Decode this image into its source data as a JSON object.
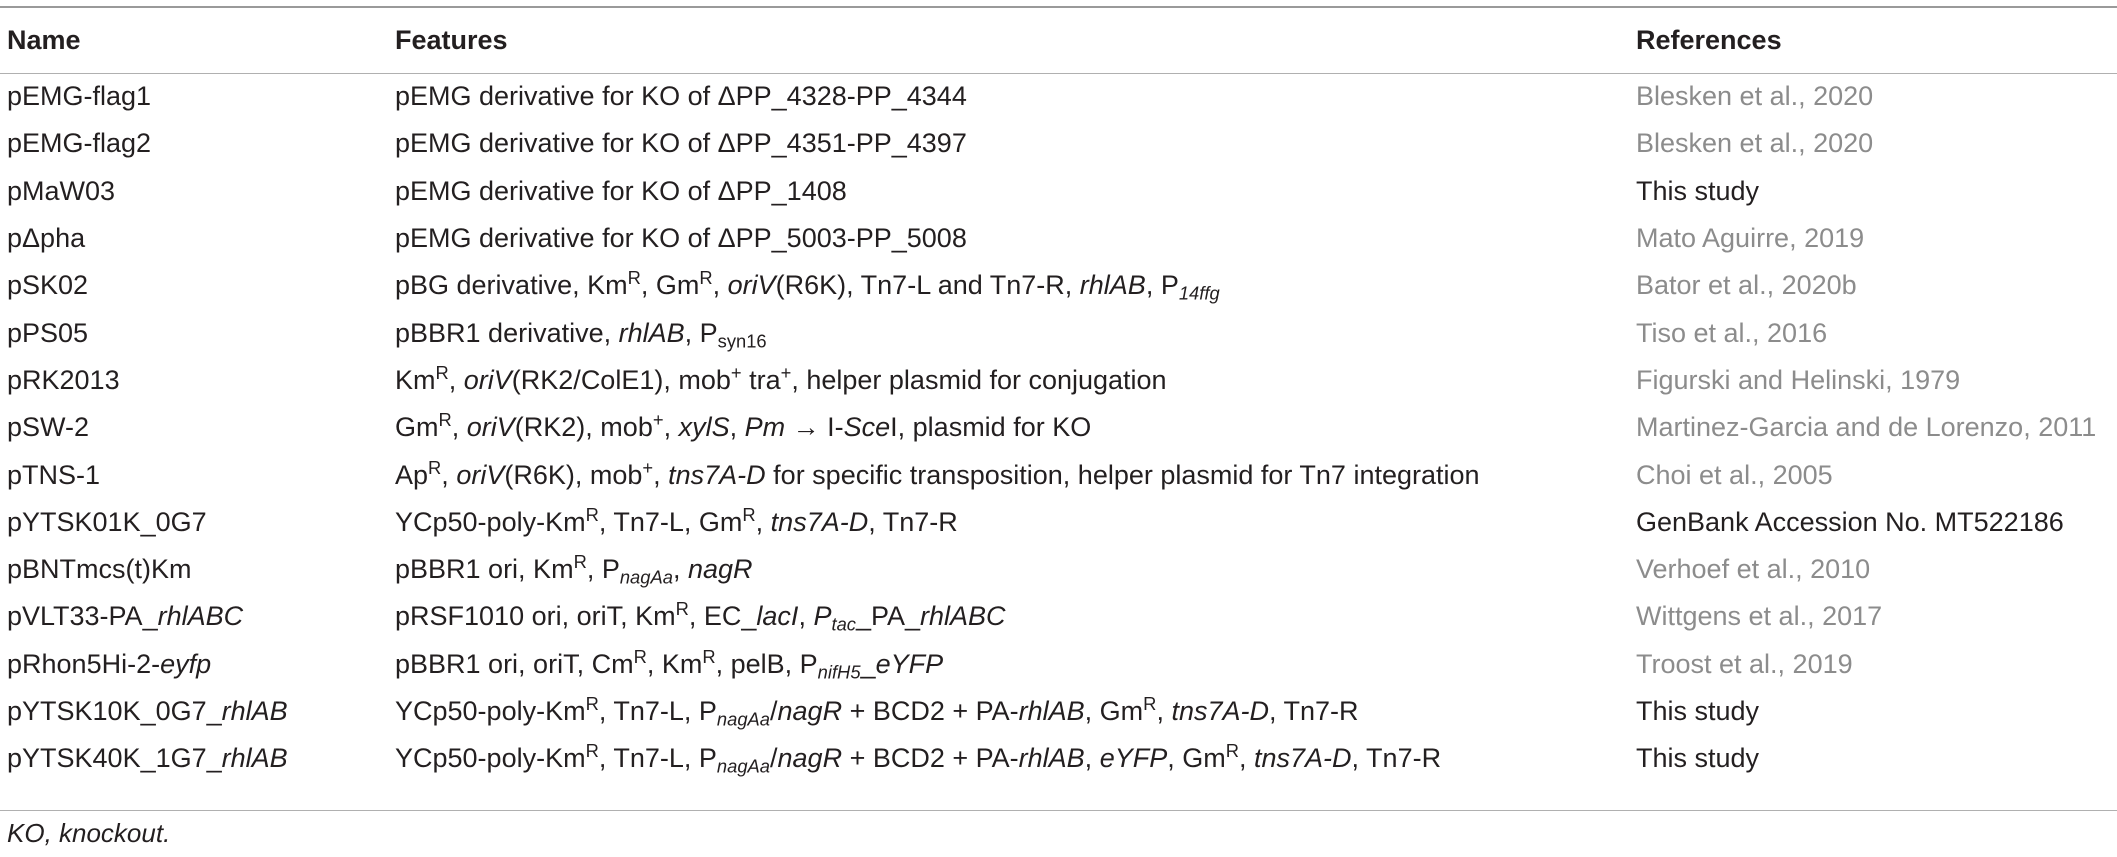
{
  "headers": {
    "name": "Name",
    "features": "Features",
    "references": "References"
  },
  "rows": [
    {
      "name": [
        {
          "t": "pEMG-flag1"
        }
      ],
      "features": [
        {
          "t": "pEMG derivative for KO of ΔPP_4328-PP_4344"
        }
      ],
      "reference": "Blesken et al., 2020",
      "ref_link": true
    },
    {
      "name": [
        {
          "t": "pEMG-flag2"
        }
      ],
      "features": [
        {
          "t": "pEMG derivative for KO of ΔPP_4351-PP_4397"
        }
      ],
      "reference": "Blesken et al., 2020",
      "ref_link": true
    },
    {
      "name": [
        {
          "t": "pMaW03"
        }
      ],
      "features": [
        {
          "t": "pEMG derivative for KO of ΔPP_1408"
        }
      ],
      "reference": "This study",
      "ref_link": false
    },
    {
      "name": [
        {
          "t": "pΔpha"
        }
      ],
      "features": [
        {
          "t": "pEMG derivative for KO of ΔPP_5003-PP_5008"
        }
      ],
      "reference": "Mato Aguirre, 2019",
      "ref_link": true
    },
    {
      "name": [
        {
          "t": "pSK02"
        }
      ],
      "features": [
        {
          "t": "pBG derivative, Km"
        },
        {
          "t": "R",
          "s": "sup"
        },
        {
          "t": ", Gm"
        },
        {
          "t": "R",
          "s": "sup"
        },
        {
          "t": ", "
        },
        {
          "t": "oriV",
          "s": "i"
        },
        {
          "t": "(R6K), Tn7-L and Tn7-R, "
        },
        {
          "t": "rhlAB",
          "s": "i"
        },
        {
          "t": ", P"
        },
        {
          "t": "14ffg",
          "s": "isub"
        }
      ],
      "reference": "Bator et al., 2020b",
      "ref_link": true
    },
    {
      "name": [
        {
          "t": "pPS05"
        }
      ],
      "features": [
        {
          "t": "pBBR1 derivative, "
        },
        {
          "t": "rhlAB",
          "s": "i"
        },
        {
          "t": ", P"
        },
        {
          "t": "syn16",
          "s": "sub"
        }
      ],
      "reference": "Tiso et al., 2016",
      "ref_link": true
    },
    {
      "name": [
        {
          "t": "pRK2013"
        }
      ],
      "features": [
        {
          "t": "Km"
        },
        {
          "t": "R",
          "s": "sup"
        },
        {
          "t": ", "
        },
        {
          "t": "oriV",
          "s": "i"
        },
        {
          "t": "(RK2/ColE1), mob"
        },
        {
          "t": "+",
          "s": "sup"
        },
        {
          "t": " tra"
        },
        {
          "t": "+",
          "s": "sup"
        },
        {
          "t": ", helper plasmid for conjugation"
        }
      ],
      "reference": "Figurski and Helinski, 1979",
      "ref_link": true
    },
    {
      "name": [
        {
          "t": "pSW-2"
        }
      ],
      "features": [
        {
          "t": "Gm"
        },
        {
          "t": "R",
          "s": "sup"
        },
        {
          "t": ", "
        },
        {
          "t": "oriV",
          "s": "i"
        },
        {
          "t": "(RK2), mob"
        },
        {
          "t": "+",
          "s": "sup"
        },
        {
          "t": ", "
        },
        {
          "t": "xylS",
          "s": "i"
        },
        {
          "t": ", "
        },
        {
          "t": "Pm",
          "s": "i"
        },
        {
          "t": " → I-"
        },
        {
          "t": "Sce",
          "s": "i"
        },
        {
          "t": "I, plasmid for KO"
        }
      ],
      "reference": "Martinez-Garcia and de Lorenzo, 2011",
      "ref_link": true
    },
    {
      "name": [
        {
          "t": "pTNS-1"
        }
      ],
      "features": [
        {
          "t": "Ap"
        },
        {
          "t": "R",
          "s": "sup"
        },
        {
          "t": ", "
        },
        {
          "t": "oriV",
          "s": "i"
        },
        {
          "t": "(R6K), mob"
        },
        {
          "t": "+",
          "s": "sup"
        },
        {
          "t": ", "
        },
        {
          "t": "tns7A-D",
          "s": "i"
        },
        {
          "t": " for specific transposition, helper plasmid for Tn7 integration"
        }
      ],
      "reference": "Choi et al., 2005",
      "ref_link": true
    },
    {
      "name": [
        {
          "t": "pYTSK01K_0G7"
        }
      ],
      "features": [
        {
          "t": "YCp50-poly-Km"
        },
        {
          "t": "R",
          "s": "sup"
        },
        {
          "t": ", Tn7-L, Gm"
        },
        {
          "t": "R",
          "s": "sup"
        },
        {
          "t": ", "
        },
        {
          "t": "tns7A-D",
          "s": "i"
        },
        {
          "t": ", Tn7-R"
        }
      ],
      "reference": "GenBank Accession No. MT522186",
      "ref_link": false
    },
    {
      "name": [
        {
          "t": "pBNTmcs(t)Km"
        }
      ],
      "features": [
        {
          "t": "pBBR1 ori, Km"
        },
        {
          "t": "R",
          "s": "sup"
        },
        {
          "t": ", P"
        },
        {
          "t": "nagAa",
          "s": "isub"
        },
        {
          "t": ", "
        },
        {
          "t": "nagR",
          "s": "i"
        }
      ],
      "reference": "Verhoef et al., 2010",
      "ref_link": true
    },
    {
      "name": [
        {
          "t": "pVLT33-PA_"
        },
        {
          "t": "rhlABC",
          "s": "i"
        }
      ],
      "features": [
        {
          "t": "pRSF1010 ori, oriT, Km"
        },
        {
          "t": "R",
          "s": "sup"
        },
        {
          "t": ", EC_"
        },
        {
          "t": "lacI",
          "s": "i"
        },
        {
          "t": ", "
        },
        {
          "t": "P",
          "s": "i"
        },
        {
          "t": "tac",
          "s": "isub"
        },
        {
          "t": "_PA_"
        },
        {
          "t": "rhlABC",
          "s": "i"
        }
      ],
      "reference": "Wittgens et al., 2017",
      "ref_link": true
    },
    {
      "name": [
        {
          "t": "pRhon5Hi-2-"
        },
        {
          "t": "eyfp",
          "s": "i"
        }
      ],
      "features": [
        {
          "t": "pBBR1 ori, oriT, Cm"
        },
        {
          "t": "R",
          "s": "sup"
        },
        {
          "t": ", Km"
        },
        {
          "t": "R",
          "s": "sup"
        },
        {
          "t": ", pelB, P"
        },
        {
          "t": "nifH5",
          "s": "isub"
        },
        {
          "t": "_"
        },
        {
          "t": "eYFP",
          "s": "i"
        }
      ],
      "reference": "Troost et al., 2019",
      "ref_link": true
    },
    {
      "name": [
        {
          "t": "pYTSK10K_0G7_"
        },
        {
          "t": "rhlAB",
          "s": "i"
        }
      ],
      "features": [
        {
          "t": "YCp50-poly-Km"
        },
        {
          "t": "R",
          "s": "sup"
        },
        {
          "t": ", Tn7-L, P"
        },
        {
          "t": "nagAa",
          "s": "isub"
        },
        {
          "t": "/"
        },
        {
          "t": "nagR",
          "s": "i"
        },
        {
          "t": " + BCD2 + PA-"
        },
        {
          "t": "rhlAB",
          "s": "i"
        },
        {
          "t": ", Gm"
        },
        {
          "t": "R",
          "s": "sup"
        },
        {
          "t": ", "
        },
        {
          "t": "tns7A-D",
          "s": "i"
        },
        {
          "t": ", Tn7-R"
        }
      ],
      "reference": "This study",
      "ref_link": false
    },
    {
      "name": [
        {
          "t": "pYTSK40K_1G7_"
        },
        {
          "t": "rhlAB",
          "s": "i"
        }
      ],
      "features": [
        {
          "t": "YCp50-poly-Km"
        },
        {
          "t": "R",
          "s": "sup"
        },
        {
          "t": ", Tn7-L, P"
        },
        {
          "t": "nagAa",
          "s": "isub"
        },
        {
          "t": "/"
        },
        {
          "t": "nagR",
          "s": "i"
        },
        {
          "t": " + BCD2 + PA-"
        },
        {
          "t": "rhlAB",
          "s": "i"
        },
        {
          "t": ", "
        },
        {
          "t": "eYFP",
          "s": "i"
        },
        {
          "t": ", Gm"
        },
        {
          "t": "R",
          "s": "sup"
        },
        {
          "t": ", "
        },
        {
          "t": "tns7A-D",
          "s": "i"
        },
        {
          "t": ", Tn7-R"
        }
      ],
      "reference": "This study",
      "ref_link": false
    }
  ],
  "footnote": "KO, knockout."
}
